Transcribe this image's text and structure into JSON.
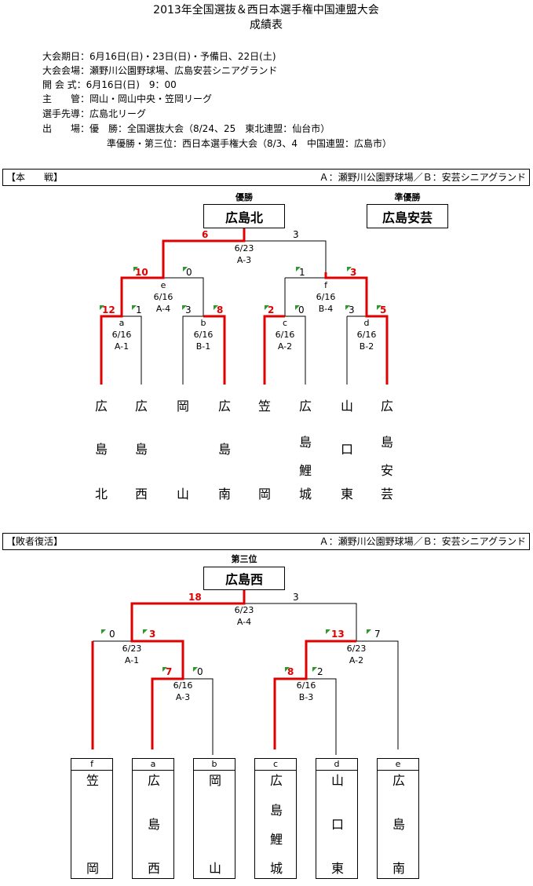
{
  "title": {
    "line1": "2013年全国選抜＆西日本選手権中国連盟大会",
    "line2": "成績表"
  },
  "info": [
    "大会期日：6月16日(日)・23日(日)・予備日、22日(土)",
    "大会会場：瀬野川公園野球場、広島安芸シニアグランド",
    "開 会 式：6月16日(日)　9：00",
    "主　　管：岡山・岡山中央・笠岡リーグ",
    "選手先導：広島北リーグ",
    "出　　場：優　勝：全国選抜大会（8/24、25　東北連盟：仙台市）",
    "準優勝・第三位：西日本選手権大会（8/3、4　中国連盟：広島市）"
  ],
  "main": {
    "header_left": "【本　　戦】",
    "header_right": "Ａ：瀬野川公園野球場／Ｂ：安芸シニアグランド",
    "champion_label": "優勝",
    "champion": "広島北",
    "runnerup_label": "準優勝",
    "runnerup": "広島安芸",
    "matches": {
      "final": {
        "date": "6/23",
        "venue": "A-3",
        "left": "6",
        "right": "3"
      },
      "e": {
        "label": "e",
        "date": "6/16",
        "venue": "A-4",
        "left": "10",
        "right": "0"
      },
      "f": {
        "label": "f",
        "date": "6/16",
        "venue": "B-4",
        "left": "1",
        "right": "3"
      },
      "a": {
        "label": "a",
        "date": "6/16",
        "venue": "A-1",
        "left": "12",
        "right": "1"
      },
      "b": {
        "label": "b",
        "date": "6/16",
        "venue": "B-1",
        "left": "3",
        "right": "8"
      },
      "c": {
        "label": "c",
        "date": "6/16",
        "venue": "A-2",
        "left": "2",
        "right": "0"
      },
      "d": {
        "label": "d",
        "date": "6/16",
        "venue": "B-2",
        "left": "3",
        "right": "5"
      }
    },
    "teams": [
      [
        "広",
        "島",
        "北"
      ],
      [
        "広",
        "島",
        "西"
      ],
      [
        "岡",
        "",
        "山"
      ],
      [
        "広",
        "島",
        "南"
      ],
      [
        "笠",
        "",
        "岡"
      ],
      [
        "広",
        "島鯉",
        "城"
      ],
      [
        "山",
        "口",
        "東"
      ],
      [
        "広",
        "島安",
        "芸"
      ]
    ]
  },
  "repechage": {
    "header_left": "【敗者復活】",
    "header_right": "Ａ：瀬野川公園野球場／Ｂ：安芸シニアグランド",
    "third_label": "第三位",
    "third": "広島西",
    "matches": {
      "final": {
        "date": "6/23",
        "venue": "A-4",
        "left": "18",
        "right": "3"
      },
      "l1": {
        "date": "6/23",
        "venue": "A-1",
        "left": "0",
        "right": "3"
      },
      "r1": {
        "date": "6/23",
        "venue": "A-2",
        "left": "13",
        "right": "7"
      },
      "l2": {
        "date": "6/16",
        "venue": "A-3",
        "left": "7",
        "right": "0"
      },
      "r2": {
        "date": "6/16",
        "venue": "B-3",
        "left": "8",
        "right": "2"
      }
    },
    "teams": [
      {
        "label": "f",
        "top": "笠",
        "mid1": "",
        "mid2": "",
        "bottom": "岡"
      },
      {
        "label": "a",
        "top": "広",
        "mid1": "島",
        "mid2": "",
        "bottom": "西"
      },
      {
        "label": "b",
        "top": "岡",
        "mid1": "",
        "mid2": "",
        "bottom": "山"
      },
      {
        "label": "c",
        "top": "広",
        "mid1": "島",
        "mid2": "鯉",
        "bottom": "城"
      },
      {
        "label": "d",
        "top": "山",
        "mid1": "口",
        "mid2": "",
        "bottom": "東"
      },
      {
        "label": "e",
        "top": "広",
        "mid1": "島",
        "mid2": "",
        "bottom": "南"
      }
    ]
  },
  "colors": {
    "winner_line": "#e00000",
    "mark": "#2e9a2e"
  }
}
